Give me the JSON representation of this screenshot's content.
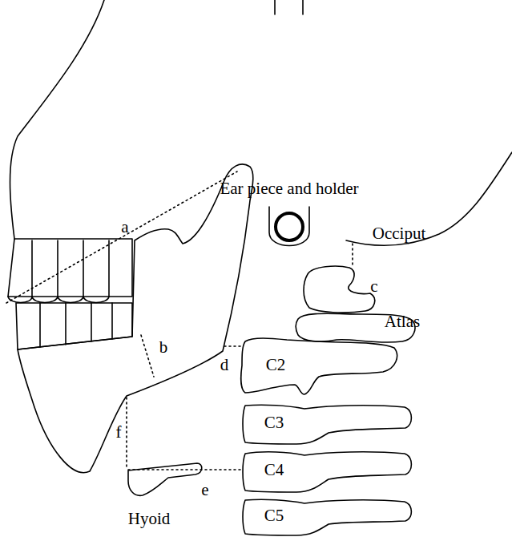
{
  "diagram": {
    "nodes": [
      {
        "text": [
          "C2"
        ]
      },
      {
        "text": [
          "C3"
        ]
      },
      {
        "text": [
          "C4"
        ]
      },
      {
        "text": [
          "C5"
        ]
      }
    ],
    "labels": [
      "Ear piece and holder",
      "a",
      "Occiput",
      "c",
      "Atlas",
      "b",
      "d",
      "f",
      "e",
      "Hyoid"
    ]
  }
}
